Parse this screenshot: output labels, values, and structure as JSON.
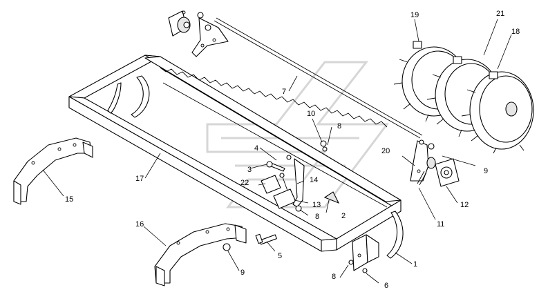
{
  "diagram": {
    "callouts": {
      "c1": "1",
      "c2": "2",
      "c3": "3",
      "c4": "4",
      "c5": "5",
      "c6": "6",
      "c7": "7",
      "c8a": "8",
      "c8b": "8",
      "c8c": "8",
      "c9a": "9",
      "c9b": "9",
      "c10": "10",
      "c11": "11",
      "c12": "12",
      "c13": "13",
      "c14": "14",
      "c15": "15",
      "c16": "16",
      "c17": "17",
      "c18": "18",
      "c19": "19",
      "c20": "20",
      "c21": "21",
      "c22": "22"
    }
  }
}
